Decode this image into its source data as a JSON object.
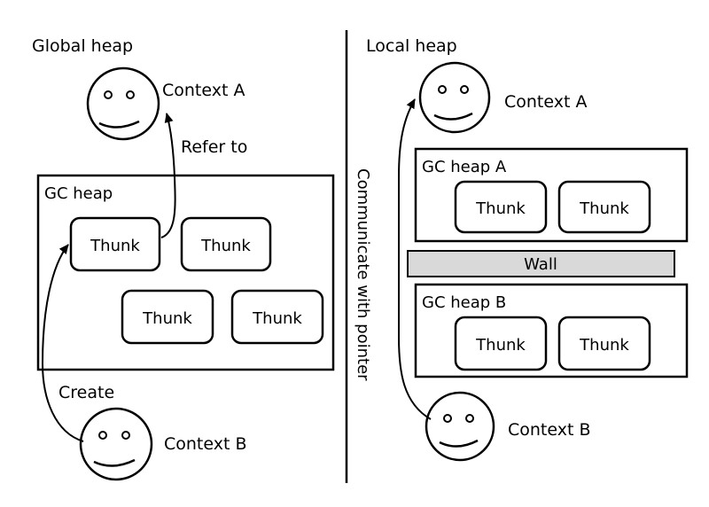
{
  "left": {
    "title": "Global heap",
    "context_a": "Context A",
    "context_b": "Context B",
    "refer_label": "Refer to",
    "create_label": "Create",
    "gc_heap_label": "GC heap",
    "thunks": [
      "Thunk",
      "Thunk",
      "Thunk",
      "Thunk"
    ]
  },
  "right": {
    "title": "Local heap",
    "context_a": "Context A",
    "context_b": "Context B",
    "communicate_label": "Communicate with pointer",
    "heap_a_label": "GC heap A",
    "heap_b_label": "GC heap B",
    "wall_label": "Wall",
    "heap_a_thunks": [
      "Thunk",
      "Thunk"
    ],
    "heap_b_thunks": [
      "Thunk",
      "Thunk"
    ]
  },
  "colors": {
    "stroke": "#000000",
    "wall_fill": "#d9d9d9",
    "background": "#ffffff"
  }
}
